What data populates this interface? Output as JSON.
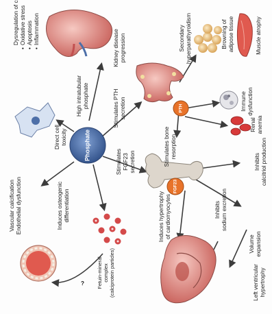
{
  "central": "Phosphate",
  "fgf23_badge": "FGF23",
  "pth_badge": "PTH",
  "labels": {
    "cell_signaling": "Dysregulation of cell signaling",
    "oxidative": "Oxidative stress",
    "apoptosis": "Apoptosis",
    "inflammation": "Inflammation",
    "direct_toxicity_1": "Direct cell",
    "direct_toxicity_2": "toxicity",
    "kidney_1": "Kidney disease",
    "kidney_2": "progression",
    "intratubular_1": "High intratubular",
    "intratubular_2": "phosphate",
    "stim_pth_1": "Stimulates PTH",
    "stim_pth_2": "secretion",
    "secondary_1": "Secondary",
    "secondary_2": "hyperparathyroidism",
    "browning_1": "Browning of",
    "browning_2": "adipose tissue",
    "muscle": "Muscle atrophy",
    "immune_1": "Immune",
    "immune_2": "dysfunction",
    "renal_1": "Renal",
    "renal_2": "anemia",
    "stim_fgf23_1": "Stimulates",
    "stim_fgf23_2": "FGF23",
    "stim_fgf23_3": "secretion",
    "bone_1": "Stimulates bone",
    "bone_2": "resorption",
    "calcitriol_1": "Inhibits",
    "calcitriol_2": "calcitriol production",
    "vascular_1": "Vascular calcification",
    "vascular_2": "Endothelial dysfunction",
    "osteogenic_1": "Induces osteogenic",
    "osteogenic_2": "differentiation",
    "fetuin_1": "Fetuin-mineral",
    "fetuin_2": "complex",
    "fetuin_3": "(calciprotein particles)",
    "hypertrophy_1": "Induces hypertrophy",
    "hypertrophy_2": "of cardiomyocytes",
    "sodium_1": "Inhibits",
    "sodium_2": "sodium excretion",
    "volume_1": "Volume",
    "volume_2": "expansion",
    "lvh_1": "Left ventricular",
    "lvh_2": "hypertrophy",
    "question": "?"
  },
  "colors": {
    "phosphate": "#4d6fa8",
    "badge": "#e8732a",
    "tissue": "#d98a8a",
    "bone": "#d9d4cc",
    "arrow": "#3c3c3c"
  }
}
